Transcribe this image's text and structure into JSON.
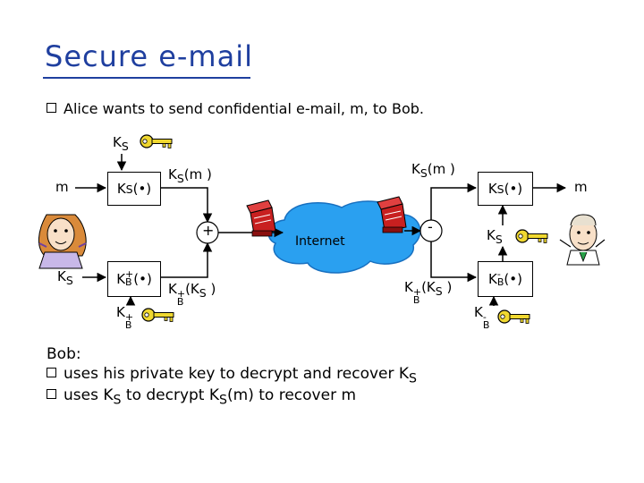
{
  "slide": {
    "title": "Secure e-mail",
    "intro": "Alice wants to send confidential e-mail, m, to Bob."
  },
  "diagram": {
    "ks_key_label": "K",
    "ks_sub": "S",
    "msg_left": "m",
    "msg_right": "m",
    "sym_encrypt": "(•)",
    "sym_out": "(m )",
    "sym_decrypt": "(•)",
    "ks_left": "K",
    "ks_right": "K",
    "pub_encrypt": "(•)",
    "pub_out": "(K",
    "pub_out_close": " )",
    "priv_decrypt": "(•)",
    "pub_in": "(K",
    "pub_in_close": " )",
    "kb_plus": "K",
    "kb_minus": "K",
    "sub_B": "B",
    "plus": "+",
    "minus": "-",
    "internet": "Internet"
  },
  "notes": {
    "heading": "Bob:",
    "line1_a": "uses his private key to decrypt and recover K",
    "line2_a": "uses K",
    "line2_b": " to decrypt K",
    "line2_c": "(m) to recover m"
  },
  "colors": {
    "title": "#1f3f9f",
    "cloud": "#2aa0f0",
    "key": "#f0d830",
    "router": "#c82020"
  }
}
